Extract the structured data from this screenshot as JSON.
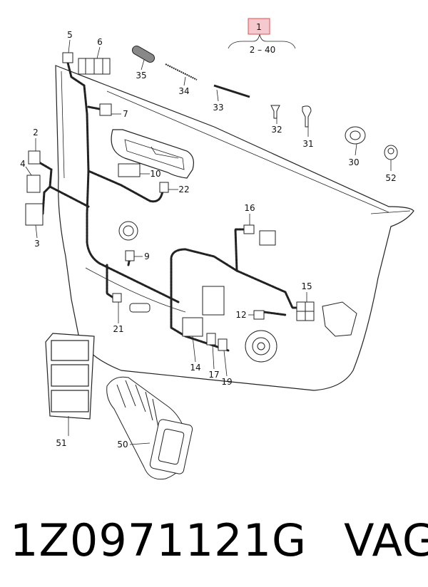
{
  "diagram": {
    "group_ref": "1",
    "group_range": "2 – 40",
    "callouts": {
      "c2": "2",
      "c3": "3",
      "c4": "4",
      "c5": "5",
      "c6": "6",
      "c7": "7",
      "c9": "9",
      "c10": "10",
      "c12": "12",
      "c14": "14",
      "c15": "15",
      "c16": "16",
      "c17": "17",
      "c19": "19",
      "c21": "21",
      "c22": "22",
      "c30": "30",
      "c31": "31",
      "c32": "32",
      "c33": "33",
      "c34": "34",
      "c35": "35",
      "c50": "50",
      "c51": "51",
      "c52": "52"
    },
    "colors": {
      "highlight_box_fill": "#f6c9cf",
      "highlight_box_stroke": "#d9534f"
    }
  },
  "footer": {
    "part_number": "1Z0971121G",
    "brand": "VAG"
  }
}
